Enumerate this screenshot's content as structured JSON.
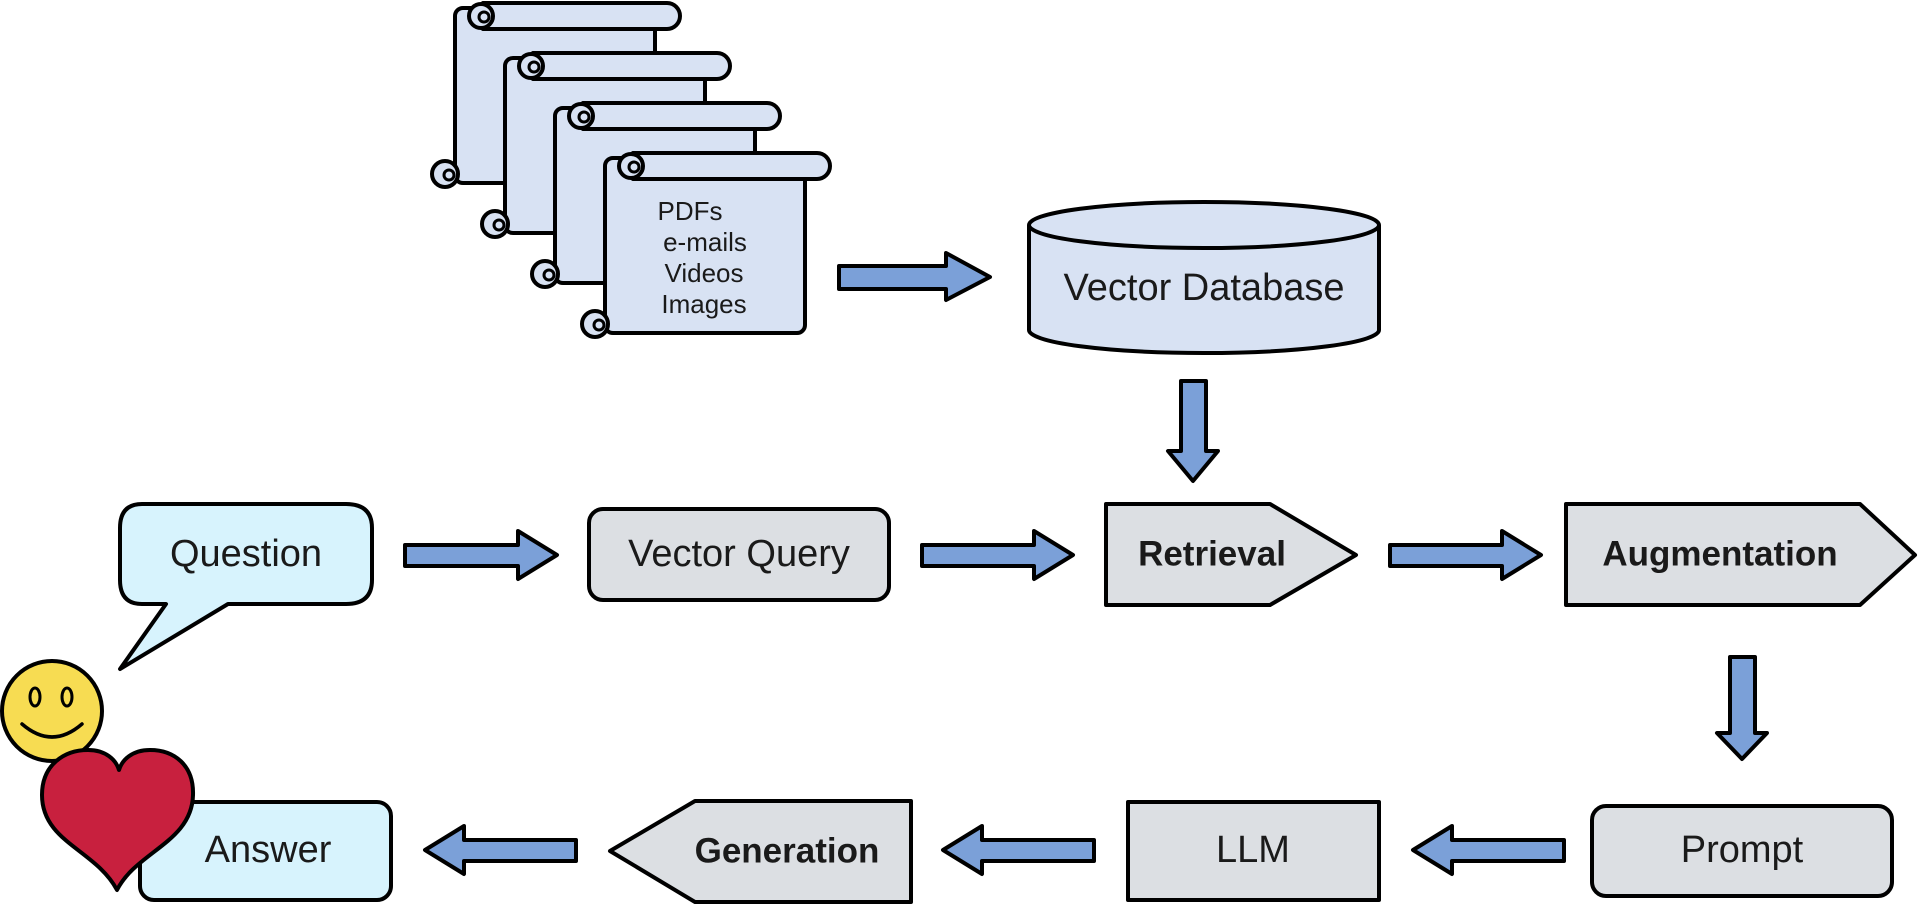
{
  "documents": {
    "lines": [
      "PDFs",
      "e-mails",
      "Videos",
      "Images"
    ]
  },
  "nodes": {
    "vector_database": "Vector Database",
    "question": "Question",
    "vector_query": "Vector Query",
    "retrieval": "Retrieval",
    "augmentation": "Augmentation",
    "prompt": "Prompt",
    "llm": "LLM",
    "generation": "Generation",
    "answer": "Answer"
  },
  "icons": [
    "scroll-stack-icon",
    "database-cylinder-icon",
    "speech-bubble-icon",
    "smiley-face-icon",
    "heart-icon",
    "arrow-icon"
  ],
  "colors": {
    "arrow_fill": "#7ba0d8",
    "document_fill": "#d8e2f3",
    "database_fill": "#d8e2f3",
    "process_fill": "#dcdfe3",
    "user_fill": "#d7f3fd",
    "smiley_fill": "#f7dc52",
    "heart_fill": "#c8203e"
  }
}
